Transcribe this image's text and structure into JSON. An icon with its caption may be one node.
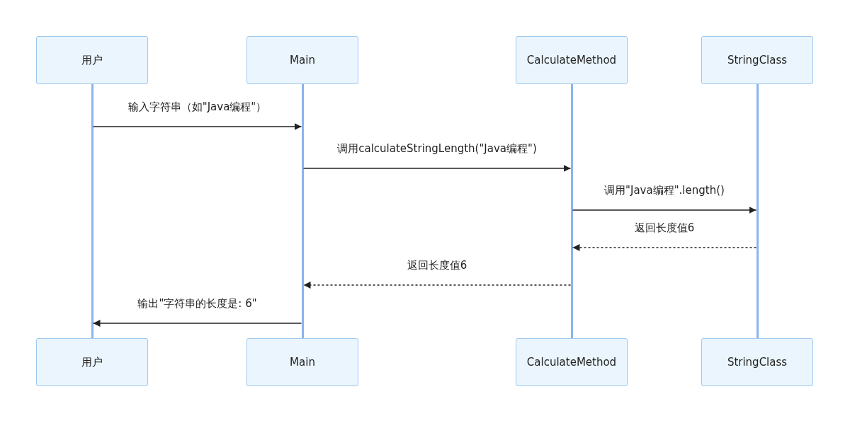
{
  "diagram": {
    "nodes": [
      {
        "text": [
          "用户"
        ]
      },
      {
        "text": [
          "Main"
        ]
      },
      {
        "text": [
          "CalculateMethod"
        ]
      },
      {
        "text": [
          "StringClass"
        ]
      },
      {
        "text": [],
        "shape": "bar"
      },
      {
        "text": [],
        "shape": "bar"
      },
      {
        "text": [],
        "shape": "bar"
      },
      {
        "text": [],
        "shape": "bar"
      },
      {
        "text": [
          "用户"
        ]
      },
      {
        "text": [
          "Main"
        ]
      },
      {
        "text": [
          "CalculateMethod"
        ]
      },
      {
        "text": [
          "StringClass"
        ]
      }
    ],
    "edges": [
      {
        "from": 4,
        "to": 5,
        "arrow": "to",
        "label": "输入字符串（如\"Java编程\"）"
      },
      {
        "from": 5,
        "to": 6,
        "arrow": "to",
        "label": "调用calculateStringLength(\"Java编程\")"
      },
      {
        "from": 6,
        "to": 7,
        "arrow": "to",
        "label": "调用\"Java编程\".length()"
      },
      {
        "from": 7,
        "to": 6,
        "arrow": "to",
        "label": "返回长度值6",
        "style": "dashed"
      },
      {
        "from": 6,
        "to": 5,
        "arrow": "to",
        "label": "返回长度值6",
        "style": "dashed"
      },
      {
        "from": 5,
        "to": 4,
        "arrow": "to",
        "label": "输出\"字符串的长度是: 6\""
      }
    ]
  }
}
